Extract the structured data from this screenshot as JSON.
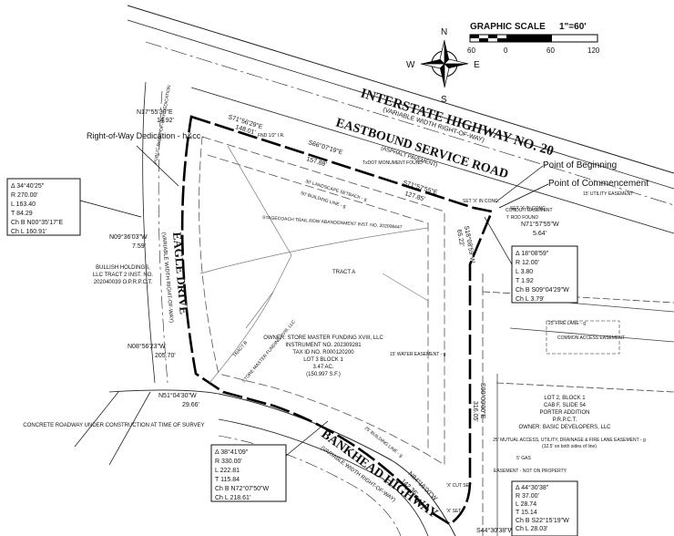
{
  "scale": {
    "title": "GRAPHIC SCALE",
    "ratio": "1\"=60'",
    "ticks": [
      "60",
      "0",
      "60",
      "120"
    ]
  },
  "compass": {
    "n": "N",
    "s": "S",
    "e": "E",
    "w": "W"
  },
  "roads": {
    "interstate": "INTERSTATE HIGHWAY NO. 20",
    "interstate_sub": "(VARIABLE WIDTH RIGHT-OF-WAY)",
    "service": "EASTBOUND SERVICE ROAD",
    "service_sub": "(ASPHALT PAVEMENT)",
    "eagle": "EAGLE DRIVE",
    "eagle_sub": "(VARIABLE WIDTH RIGHT-OF-WAY)",
    "bankhead": "BANKHEAD HIGHWAY",
    "bankhead_sub": "(VARIABLE WIDTH RIGHT-OF-WAY)"
  },
  "calls": {
    "n17": "N17°55'30\"E",
    "n17_dist": "14.92'",
    "s71a": "S71°56'29\"E",
    "s71a_dist": "148.01'",
    "fnd": "FND 1/2\" I.R.",
    "s66": "S66°07'19\"E",
    "s66_dist": "157.89'",
    "txdot": "TxDOT MONUMENT FOUND",
    "s71b": "S71°57'55\"E",
    "s71b_dist": "127.85'",
    "n09": "N09°36'03\"W",
    "n09_dist": "7.59'",
    "n08": "N08°56'23\"W",
    "n08_dist": "205.70'",
    "n51": "N51°04'30\"W",
    "n51_dist": "29.66'",
    "n71": "N71°57'55\"W",
    "n71_dist": "5.64'",
    "s18": "S18°08'59\"W",
    "s18_dist": "65.22'",
    "s00": "S00°00'00\"E",
    "s00_dist": "316.05'",
    "s44": "S44°30'38\"W",
    "n84": "N84°16'00\"W",
    "n84_dist": "142.36'",
    "set_x": "SET 'X' IN CONC.",
    "set_x2": "SET 'X' IN CONC.",
    "x_cut": "'X' CUT SET",
    "x_set": "'X' SET"
  },
  "curves": {
    "c1": {
      "delta": "Δ  34°40'25\"",
      "r": "R  270.00'",
      "l": "L  163.40",
      "t": "T  84.29",
      "chb": "Ch B N00°35'17\"E",
      "chl": "Ch L 160.91'"
    },
    "c2": {
      "delta": "Δ  18°08'59\"",
      "r": "R  12.00'",
      "l": "L  3.80",
      "t": "T  1.92",
      "chb": "Ch B S09°04'29\"W",
      "chl": "Ch L 3.79'"
    },
    "c3": {
      "delta": "Δ  38°41'09\"",
      "r": "R  330.00'",
      "l": "L  222.81",
      "t": "T  115.84",
      "chb": "Ch B N72°07'50\"W",
      "chl": "Ch L 218.61'"
    },
    "c4": {
      "delta": "Δ  44°30'38\"",
      "r": "R  37.00'",
      "l": "L  28.74",
      "t": "T  15.14",
      "chb": "Ch B S22°15'19\"W",
      "chl": "Ch L 28.03'"
    }
  },
  "labels": {
    "pob": "Point of Beginning",
    "poc": "Point of Commencement",
    "row_dedication": "Right-of-Way Dedication - h&cc",
    "bullish": "BULLISH HOLDINGS, LLC TRACT 2 INST. NO. 202040039 O.P.R.P.C.T.",
    "owner": "OWNER: STORE MASTER FUNDING XVIII, LLC",
    "instrument": "INSTRUMENT NO. 202309281",
    "tax": "TAX ID NO. R000120200",
    "lot": "LOT 3 BLOCK 1",
    "acres": "3.47 AC.",
    "sf": "(150,997 S.F.)",
    "lot2": "LOT 2, BLOCK 1",
    "cab": "CAB F, SLIDE 54",
    "porter": "PORTER ADDITION",
    "prpct": "P.R.P.C.T.",
    "owner2": "OWNER: BASIC DEVELOPERS, LLC",
    "mutual": "25' MUTUAL ACCESS, UTILITY, DRAINAGE & FIRE LANE EASEMENT - g",
    "mutual_sub": "(12.5' on both sides of line)",
    "gas": "5' GAS",
    "easement_nop": "EASEMENT - NOT ON PROPERTY",
    "concrete": "CONCRETE ROADWAY UNDER CONSTRUCTION AT TIME OF SURVEY",
    "water": "15' WATER EASEMENT - g",
    "utility": "15' UTILITY EASEMENT",
    "landscape": "30' LANDSCAPE SETBACK - g",
    "bldg": "50' BUILDING LINE - g",
    "bldg2": "25' BUILDING LINE - g",
    "fire": "25' FIRE LANE - g",
    "common": "COMMON ACCESS EASEMENT",
    "stagecoach": "STAGECOACH TRAIL ROW ABANDONMENT INST. NO. 202008447",
    "tract_a": "TRACT A",
    "tract_b": "TRACT B",
    "public_row": "PUBLIC RIGHT-OF-WAY DEDICATION",
    "cond_easement": "CONDUIT EASEMENT",
    "ifnd": "'I' ROD FOUND",
    "store_master": "STORE MASTER FUNDING XVIII, LLC"
  }
}
